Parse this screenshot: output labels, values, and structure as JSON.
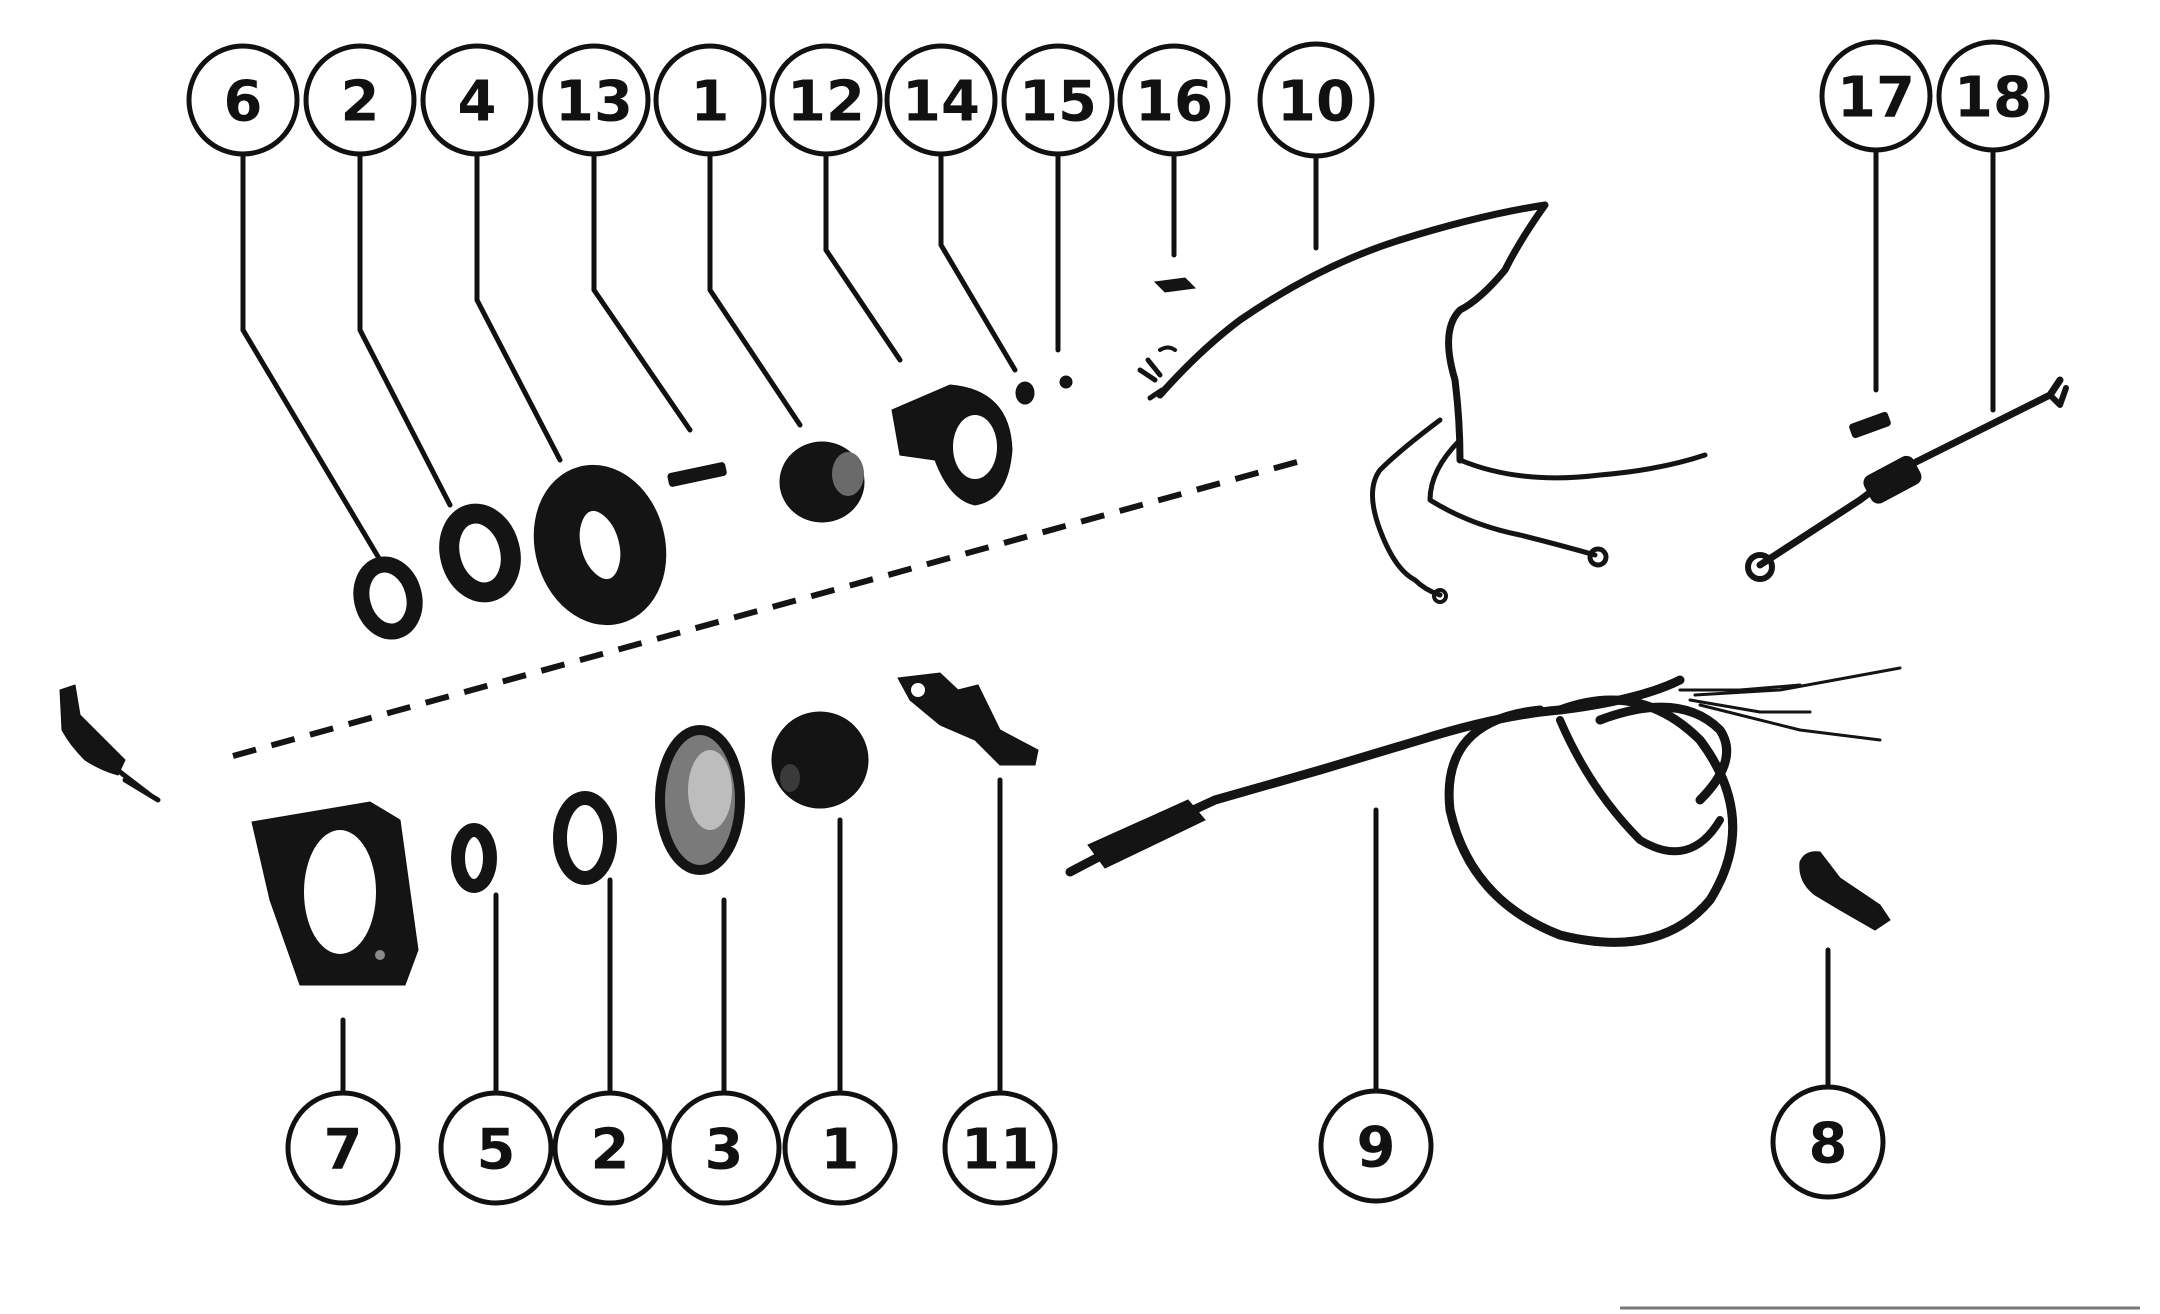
{
  "diagram": {
    "callouts_top": [
      "6",
      "2",
      "4",
      "13",
      "1",
      "12",
      "14",
      "15",
      "16",
      "10",
      "17",
      "18"
    ],
    "callouts_bottom": [
      "7",
      "5",
      "2",
      "3",
      "1",
      "11",
      "9",
      "8"
    ]
  },
  "colors": {
    "ink": "#141414",
    "paper": "#ffffff"
  }
}
